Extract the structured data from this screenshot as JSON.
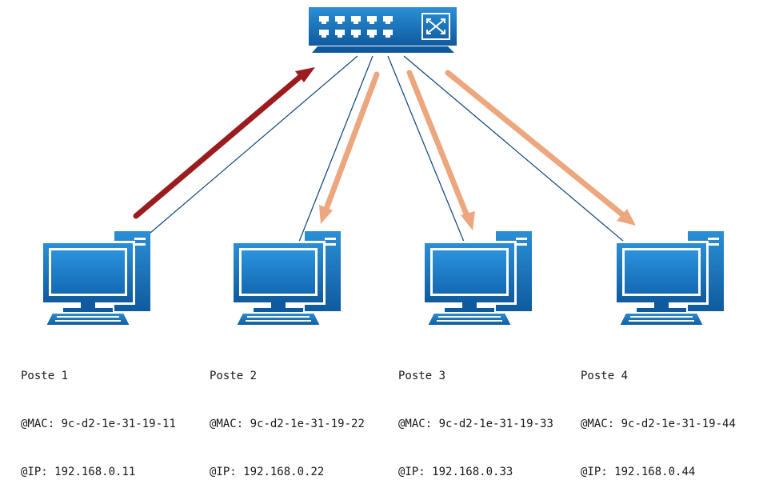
{
  "colors": {
    "device_light": "#2b8fd6",
    "device_dark": "#0f5a9e",
    "cable": "#1a4f80",
    "send_arrow": "#9b1c1f",
    "flood_arrow": "#eca77e"
  },
  "switch": {
    "icon": "network-switch-icon"
  },
  "postes": [
    {
      "name": "Poste 1",
      "mac_label": "@MAC:",
      "mac": "9c-d2-1e-31-19-11",
      "ip_label": "@IP:",
      "ip": "192.168.0.11",
      "icon": "desktop-computer-icon"
    },
    {
      "name": "Poste 2",
      "mac_label": "@MAC:",
      "mac": "9c-d2-1e-31-19-22",
      "ip_label": "@IP:",
      "ip": "192.168.0.22",
      "icon": "desktop-computer-icon"
    },
    {
      "name": "Poste 3",
      "mac_label": "@MAC:",
      "mac": "9c-d2-1e-31-19-33",
      "ip_label": "@IP:",
      "ip": "192.168.0.33",
      "icon": "desktop-computer-icon"
    },
    {
      "name": "Poste 4",
      "mac_label": "@MAC:",
      "mac": "9c-d2-1e-31-19-44",
      "ip_label": "@IP:",
      "ip": "192.168.0.44",
      "icon": "desktop-computer-icon"
    }
  ]
}
